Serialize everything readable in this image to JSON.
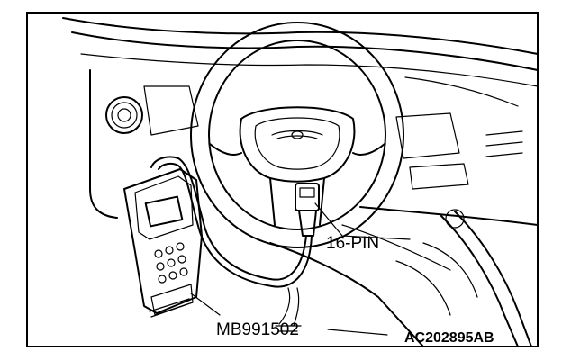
{
  "labels": {
    "connector": "16-PIN",
    "tool": "MB991502",
    "figure_code": "AC202895AB"
  }
}
